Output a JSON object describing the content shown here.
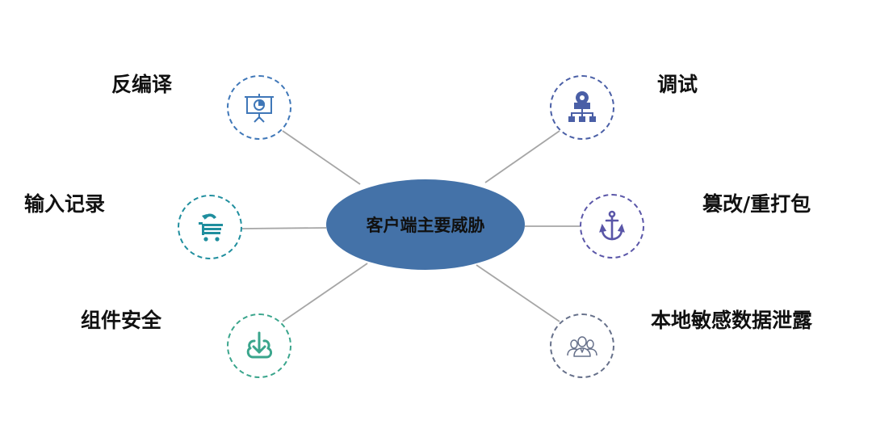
{
  "diagram": {
    "center": {
      "label": "客户端主要威胁",
      "color": "#4472a8"
    },
    "connector_color": "#a6a6a6",
    "nodes": [
      {
        "id": "decompile",
        "label": "反编译",
        "icon": "presentation-board-pie-chart-icon",
        "color": "#3f77b8",
        "side": "left"
      },
      {
        "id": "input-record",
        "label": "输入记录",
        "icon": "shopping-cart-icon",
        "color": "#1f8e9e",
        "side": "left"
      },
      {
        "id": "component-security",
        "label": "组件安全",
        "icon": "cloud-download-icon",
        "color": "#3aa58c",
        "side": "left"
      },
      {
        "id": "debug",
        "label": "调试",
        "icon": "location-hierarchy-icon",
        "color": "#4a5fa6",
        "side": "right"
      },
      {
        "id": "tamper-repack",
        "label": "篡改/重打包",
        "icon": "anchor-icon",
        "color": "#5a56a8",
        "side": "right"
      },
      {
        "id": "local-data-leak",
        "label": "本地敏感数据泄露",
        "icon": "users-group-icon",
        "color": "#66708a",
        "side": "right"
      }
    ]
  }
}
